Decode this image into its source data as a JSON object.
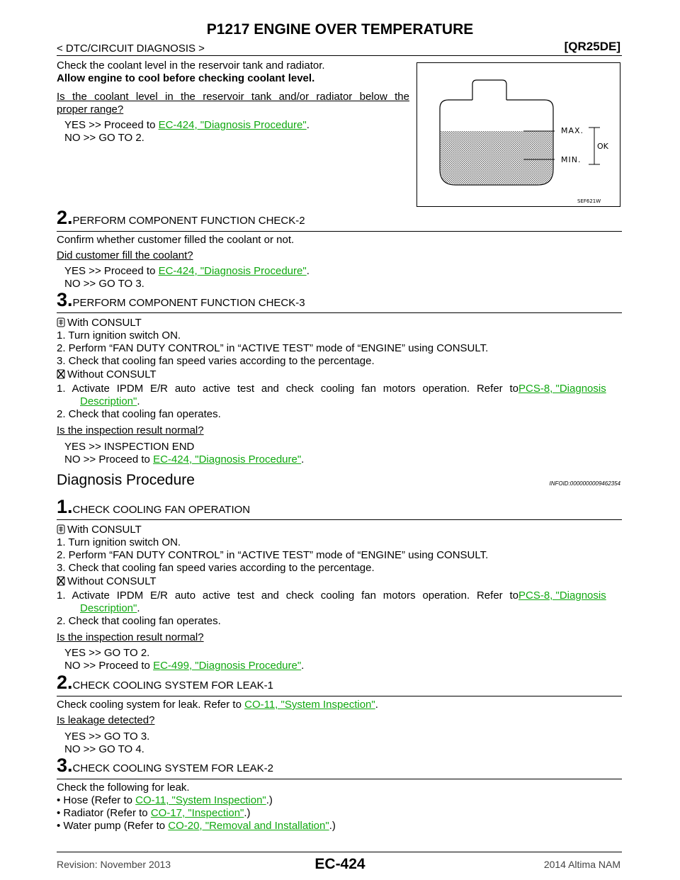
{
  "header": {
    "title": "P1217 ENGINE OVER TEMPERATURE",
    "section": "< DTC/CIRCUIT DIAGNOSIS >",
    "engine": "[QR25DE]"
  },
  "intro": {
    "line1": "Check the coolant level in the reservoir tank and radiator.",
    "line2": "Allow engine to cool before checking coolant level.",
    "question_line1": "Is the coolant level in the reservoir tank and/or radiator below the",
    "question_line2": "proper range?",
    "yes_prefix": "YES    >> Proceed to ",
    "yes_link": "EC-424, \"Diagnosis Procedure\"",
    "no": "NO     >> GO TO 2."
  },
  "figure": {
    "max_label": "MAX.",
    "min_label": "MIN.",
    "ok_label": "OK",
    "code": "SEF621W"
  },
  "check2": {
    "num": "2.",
    "title": "PERFORM COMPONENT FUNCTION CHECK-2",
    "body": "Confirm whether customer filled the coolant or not.",
    "question": "Did customer fill the coolant?",
    "yes_prefix": "YES    >> Proceed to ",
    "yes_link": "EC-424, \"Diagnosis Procedure\"",
    "no": "NO     >> GO TO 3."
  },
  "check3": {
    "num": "3.",
    "title": "PERFORM COMPONENT FUNCTION CHECK-3",
    "with": "With CONSULT",
    "w1": "1.   Turn ignition switch ON.",
    "w2": "2.   Perform “FAN DUTY CONTROL” in “ACTIVE TEST” mode of “ENGINE” using CONSULT.",
    "w3": "3.   Check that cooling fan speed varies according to the percentage.",
    "without": "Without CONSULT",
    "wo1": "1.   Activate IPDM E/R auto active test and check cooling fan motors operation. Refer to ",
    "wo1_link_a": "PCS-8, \"Diagnosis",
    "wo1_link_b": "Description\"",
    "wo2": "2.   Check that cooling fan operates.",
    "question": "Is the inspection result normal?",
    "yes": "YES    >> INSPECTION END",
    "no_prefix": "NO     >> Proceed to ",
    "no_link": "EC-424, \"Diagnosis Procedure\""
  },
  "procedure": {
    "heading": "Diagnosis Procedure",
    "infoid": "INFOID:0000000009462354"
  },
  "step1": {
    "num": "1.",
    "title": "CHECK COOLING FAN OPERATION",
    "with": "With CONSULT",
    "w1": "1.   Turn ignition switch ON.",
    "w2": "2.   Perform “FAN DUTY CONTROL” in “ACTIVE TEST” mode of “ENGINE” using CONSULT.",
    "w3": "3.   Check that cooling  fan speed varies according to the percentage.",
    "without": "Without CONSULT",
    "wo1": "1.   Activate IPDM E/R auto active test and check cooling fan motors operation. Refer to ",
    "wo1_link_a": "PCS-8, \"Diagnosis",
    "wo1_link_b": "Description\"",
    "wo2": "2.   Check that cooling fan operates.",
    "question": "Is the inspection result normal?",
    "yes": "YES    >> GO TO 2.",
    "no_prefix": "NO     >> Proceed to ",
    "no_link": "EC-499, \"Diagnosis Procedure\""
  },
  "step2": {
    "num": "2.",
    "title": "CHECK COOLING SYSTEM FOR LEAK-1",
    "body_prefix": "Check cooling system for leak. Refer to ",
    "body_link": "CO-11, \"System Inspection\"",
    "question": "Is leakage detected?",
    "yes": "YES    >> GO TO 3.",
    "no": "NO     >> GO TO 4."
  },
  "step3": {
    "num": "3.",
    "title": "CHECK COOLING SYSTEM FOR LEAK-2",
    "body": "Check the following for leak.",
    "b1_prefix": "•  Hose (Refer to ",
    "b1_link": "CO-11, \"System Inspection\"",
    "b2_prefix": "•  Radiator (Refer to ",
    "b2_link": "CO-17, \"Inspection\"",
    "b3_prefix": "•  Water pump (Refer to ",
    "b3_link": "CO-20, \"Removal and Installation\"",
    "close": ".)"
  },
  "footer": {
    "revision": "Revision: November 2013",
    "page": "EC-424",
    "model": "2014 Altima NAM"
  }
}
